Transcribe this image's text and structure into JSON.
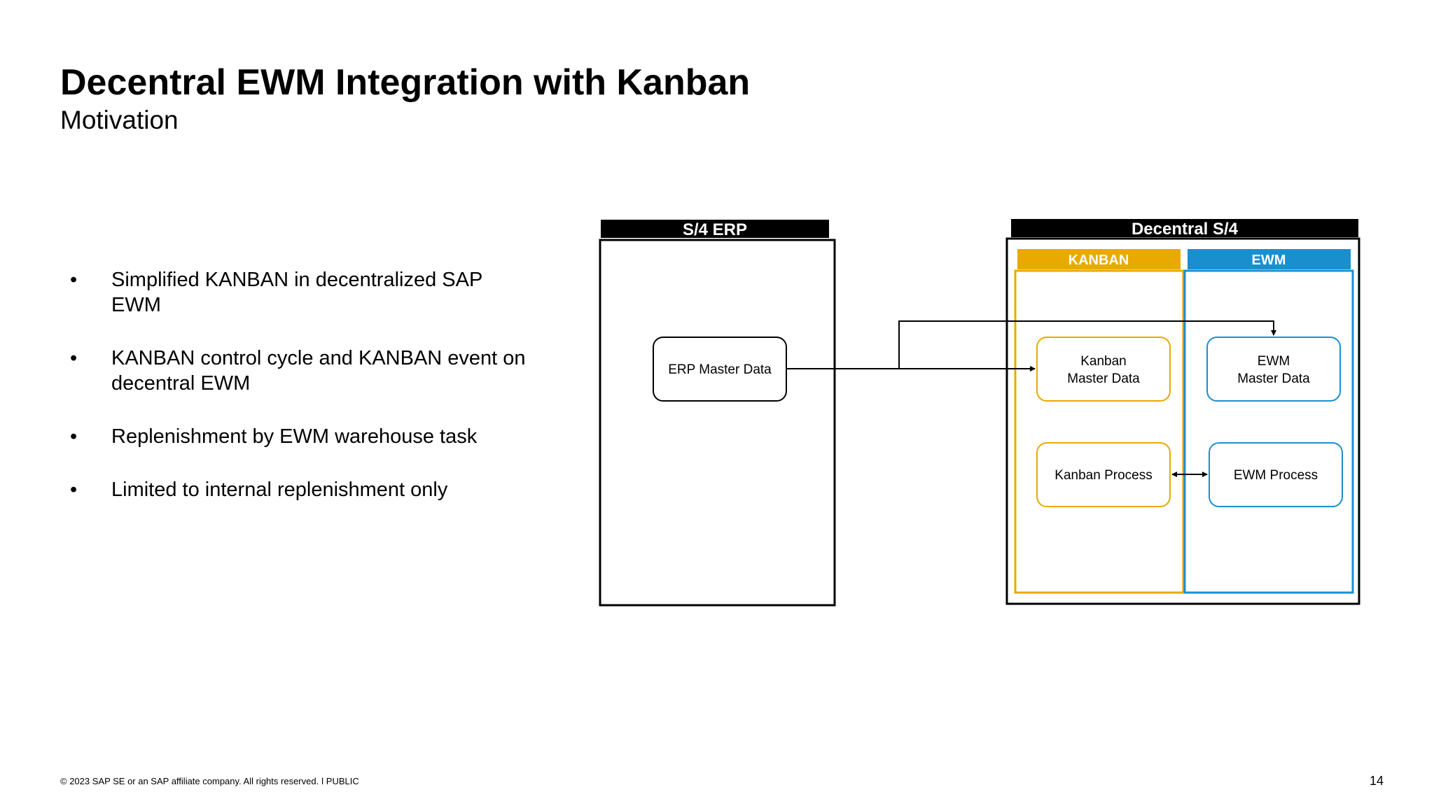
{
  "slide": {
    "title": "Decentral EWM Integration with Kanban",
    "subtitle": "Motivation",
    "bullets": [
      "Simplified KANBAN in decentralized SAP EWM",
      "KANBAN control cycle and KANBAN event on decentral EWM",
      "Replenishment by EWM warehouse task",
      "Limited to internal replenishment only"
    ],
    "bullet_glyph": "•",
    "footer": "© 2023 SAP SE or an SAP affiliate company. All rights reserved.  ǀ  PUBLIC",
    "page_number": "14"
  },
  "diagram": {
    "erp_header": "S/4 ERP",
    "decentral_header": "Decentral S/4",
    "kanban_lane": "KANBAN",
    "ewm_lane": "EWM",
    "erp_master_data": "ERP Master Data",
    "kanban_master_data": [
      "Kanban",
      "Master Data"
    ],
    "ewm_master_data": [
      "EWM",
      "Master Data"
    ],
    "kanban_process": "Kanban Process",
    "ewm_process": "EWM Process"
  },
  "colors": {
    "kanban": "#E9A900",
    "ewm": "#1A8FD0",
    "header": "#000000",
    "line": "#000000"
  }
}
